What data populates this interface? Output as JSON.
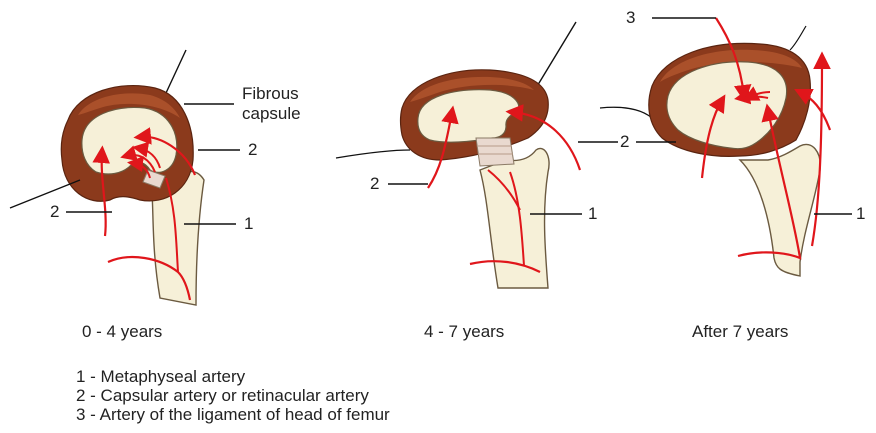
{
  "labels": {
    "fibrous_capsule_line1": "Fibrous",
    "fibrous_capsule_line2": "capsule",
    "one": "1",
    "two": "2",
    "three": "3"
  },
  "panels": [
    {
      "age": "0 - 4 years"
    },
    {
      "age": "4 - 7 years"
    },
    {
      "age": "After 7 years"
    }
  ],
  "legend": [
    "1 - Metaphyseal artery",
    "2 - Capsular artery or retinacular artery",
    "3 - Artery of the ligament of head of femur"
  ],
  "colors": {
    "capsule": "#8b3a1c",
    "capsule_light": "#b85a30",
    "bone": "#f6f0d8",
    "bone_outline": "#6b5a40",
    "artery": "#e0161b",
    "growth_plate": "#e9d9cf",
    "leader": "#111111"
  }
}
